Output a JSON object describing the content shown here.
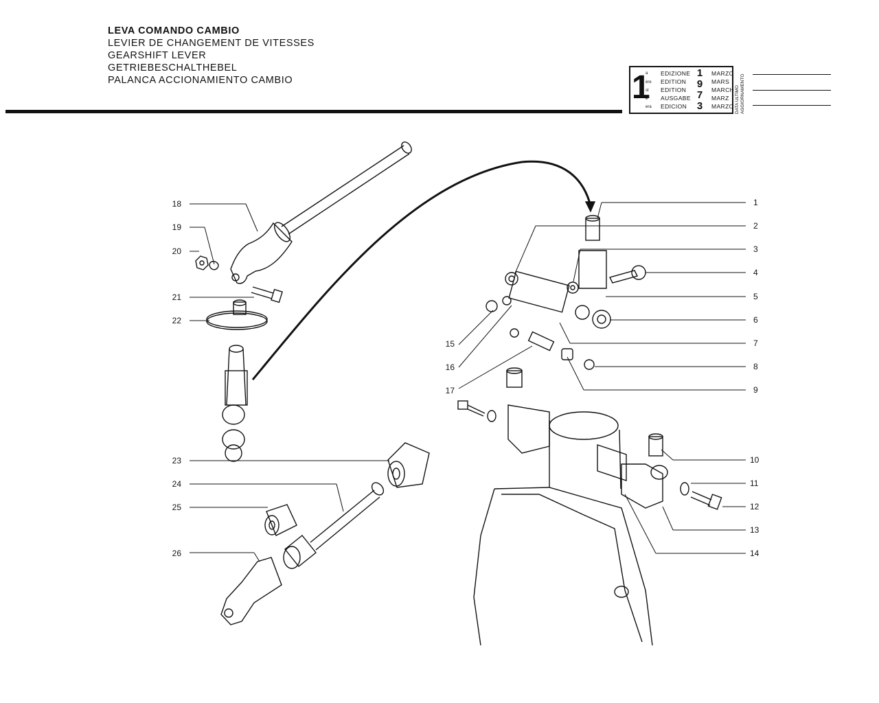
{
  "header": {
    "titles": [
      "LEVA COMANDO CAMBIO",
      "LEVIER DE CHANGEMENT DE VITESSES",
      "GEARSHIFT LEVER",
      "GETRIEBESCHALTHEBEL",
      "PALANCA ACCIONAMIENTO CAMBIO"
    ]
  },
  "edition": {
    "number": "1",
    "suffixes": [
      "a",
      "ère",
      "st",
      "e",
      "era"
    ],
    "labels": [
      "EDIZIONE",
      "EDITION",
      "EDITION",
      "AUSGABE",
      "EDICION"
    ],
    "year": "1973",
    "months": [
      "MARZO",
      "MARS",
      "MARCH",
      "MARZ",
      "MARZO"
    ],
    "last_update_label": [
      "DATA ULTIMO",
      "AGGIORNAMENTO"
    ]
  },
  "callouts": {
    "left": [
      {
        "n": "18"
      },
      {
        "n": "19"
      },
      {
        "n": "20"
      },
      {
        "n": "21"
      },
      {
        "n": "22"
      },
      {
        "n": "15"
      },
      {
        "n": "16"
      },
      {
        "n": "17"
      },
      {
        "n": "23"
      },
      {
        "n": "24"
      },
      {
        "n": "25"
      },
      {
        "n": "26"
      }
    ],
    "right": [
      {
        "n": "1"
      },
      {
        "n": "2"
      },
      {
        "n": "3"
      },
      {
        "n": "4"
      },
      {
        "n": "5"
      },
      {
        "n": "6"
      },
      {
        "n": "7"
      },
      {
        "n": "8"
      },
      {
        "n": "9"
      },
      {
        "n": "10"
      },
      {
        "n": "11"
      },
      {
        "n": "12"
      },
      {
        "n": "13"
      },
      {
        "n": "14"
      }
    ]
  }
}
